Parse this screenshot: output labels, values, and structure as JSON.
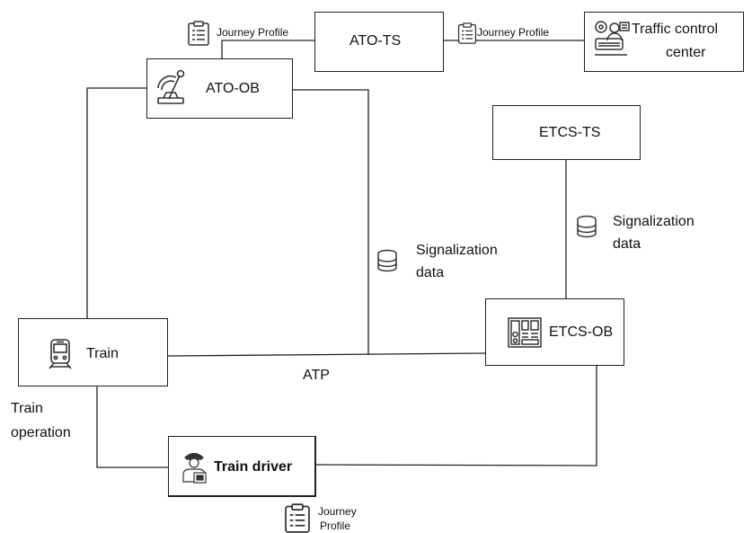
{
  "nodes": {
    "ato_ts": "ATO-TS",
    "ato_ob": "ATO-OB",
    "traffic_control_line1": "Traffic control",
    "traffic_control_line2": "center",
    "etcs_ts": "ETCS-TS",
    "etcs_ob": "ETCS-OB",
    "train": "Train",
    "train_driver": "Train driver"
  },
  "edge_labels": {
    "journey_profile_left": "Journey Profile",
    "journey_profile_right": "Journey Profile",
    "journey_profile_bottom_line1": "Journey",
    "journey_profile_bottom_line2": "Profile",
    "signalization_mid_line1": "Signalization",
    "signalization_mid_line2": "data",
    "signalization_right_line1": "Signalization",
    "signalization_right_line2": "data",
    "atp": "ATP",
    "train_operation_line1": "Train",
    "train_operation_line2": "operation"
  },
  "icons": {
    "clipboard": "clipboard-icon",
    "database": "database-icon",
    "control_lever": "lever-icon",
    "operator": "operator-icon",
    "train": "train-icon",
    "driver": "driver-icon",
    "control_panel": "control-panel-icon"
  },
  "colors": {
    "line": "#222222",
    "icon": "#3a3a3a",
    "background": "#ffffff"
  }
}
